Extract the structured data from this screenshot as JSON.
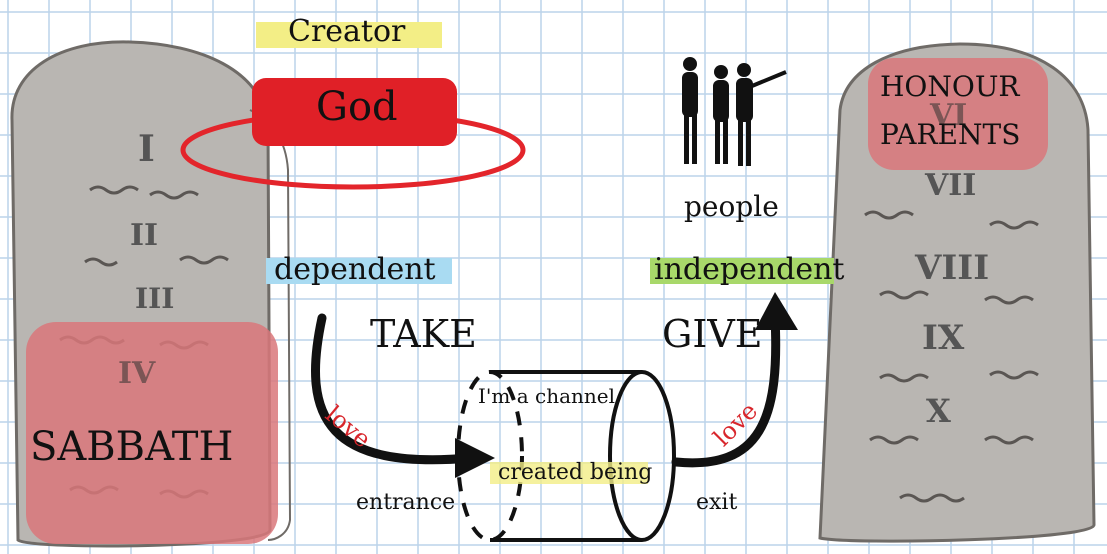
{
  "colors": {
    "grid": "#bcd3ea",
    "stone": "#b9b6b2",
    "stone_edge": "#6f6b67",
    "stone_mark": "#8c8884",
    "red_box": "#e02027",
    "red_ring": "#e3252b",
    "pink_box": "#d9777a",
    "yellow": "#f3ee86",
    "blue": "#a9dbf2",
    "green": "#a8d86a",
    "love": "#d8262c",
    "ink": "#111111"
  },
  "labels": {
    "creator": "Creator",
    "god": "God",
    "people": "people",
    "dependent": "dependent",
    "independent": "independent",
    "take": "TAKE",
    "give": "GIVE",
    "channel": "I'm a channel",
    "created_being": "created being",
    "entrance": "entrance",
    "exit": "exit",
    "love_left": "love",
    "love_right": "love",
    "honour": "HONOUR",
    "parents": "PARENTS",
    "sabbath": "SABBATH"
  },
  "left_tablet": {
    "numerals": [
      "I",
      "II",
      "III",
      "IV"
    ]
  },
  "right_tablet": {
    "numerals": [
      "VI",
      "VII",
      "VIII",
      "IX",
      "X"
    ]
  },
  "icons": {
    "people_group": "people-silhouette-icon"
  }
}
